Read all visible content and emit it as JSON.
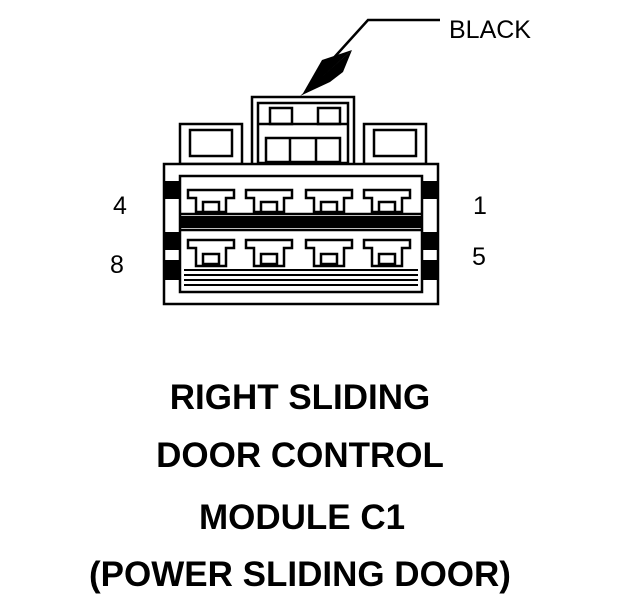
{
  "connector": {
    "wire_color_label": "BLACK",
    "pins": {
      "top_left": "4",
      "top_right": "1",
      "bottom_left": "8",
      "bottom_right": "5"
    }
  },
  "title": {
    "line1": "RIGHT SLIDING",
    "line2": "DOOR CONTROL",
    "line3": "MODULE C1",
    "line4": "(POWER SLIDING DOOR)"
  }
}
